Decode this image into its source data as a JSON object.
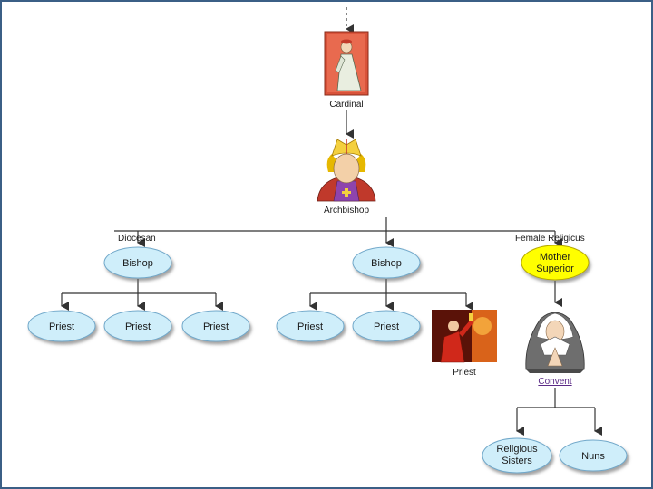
{
  "colors": {
    "ellipse_fill": "#cfeefa",
    "ellipse_stroke": "#6fa7c9",
    "mother_fill": "#ffff00",
    "mother_stroke": "#b5a800",
    "line": "#333333",
    "frame": "#3b5f86",
    "link": "#5b2a86"
  },
  "icons": {
    "cardinal": "cardinal-clipart-icon",
    "archbishop": "archbishop-clipart-icon",
    "priest_photo": "priest-clipart-icon",
    "nun": "nun-clipart-icon"
  },
  "top": {
    "cardinal_label": "Cardinal",
    "archbishop_label": "Archbishop"
  },
  "branches": {
    "diocesan_label": "Diocesan",
    "female_religious_label": "Female Religicus"
  },
  "nodes": {
    "bishop_left": "Bishop",
    "bishop_mid": "Bishop",
    "mother_line1": "Mother",
    "mother_line2": "Superior",
    "priest_1": "Priest",
    "priest_2": "Priest",
    "priest_3": "Priest",
    "priest_4": "Priest",
    "priest_5": "Priest",
    "priest_6_caption": "Priest",
    "convent_link": "Convent",
    "sisters_line1": "Religious",
    "sisters_line2": "Sisters",
    "nuns": "Nuns"
  }
}
